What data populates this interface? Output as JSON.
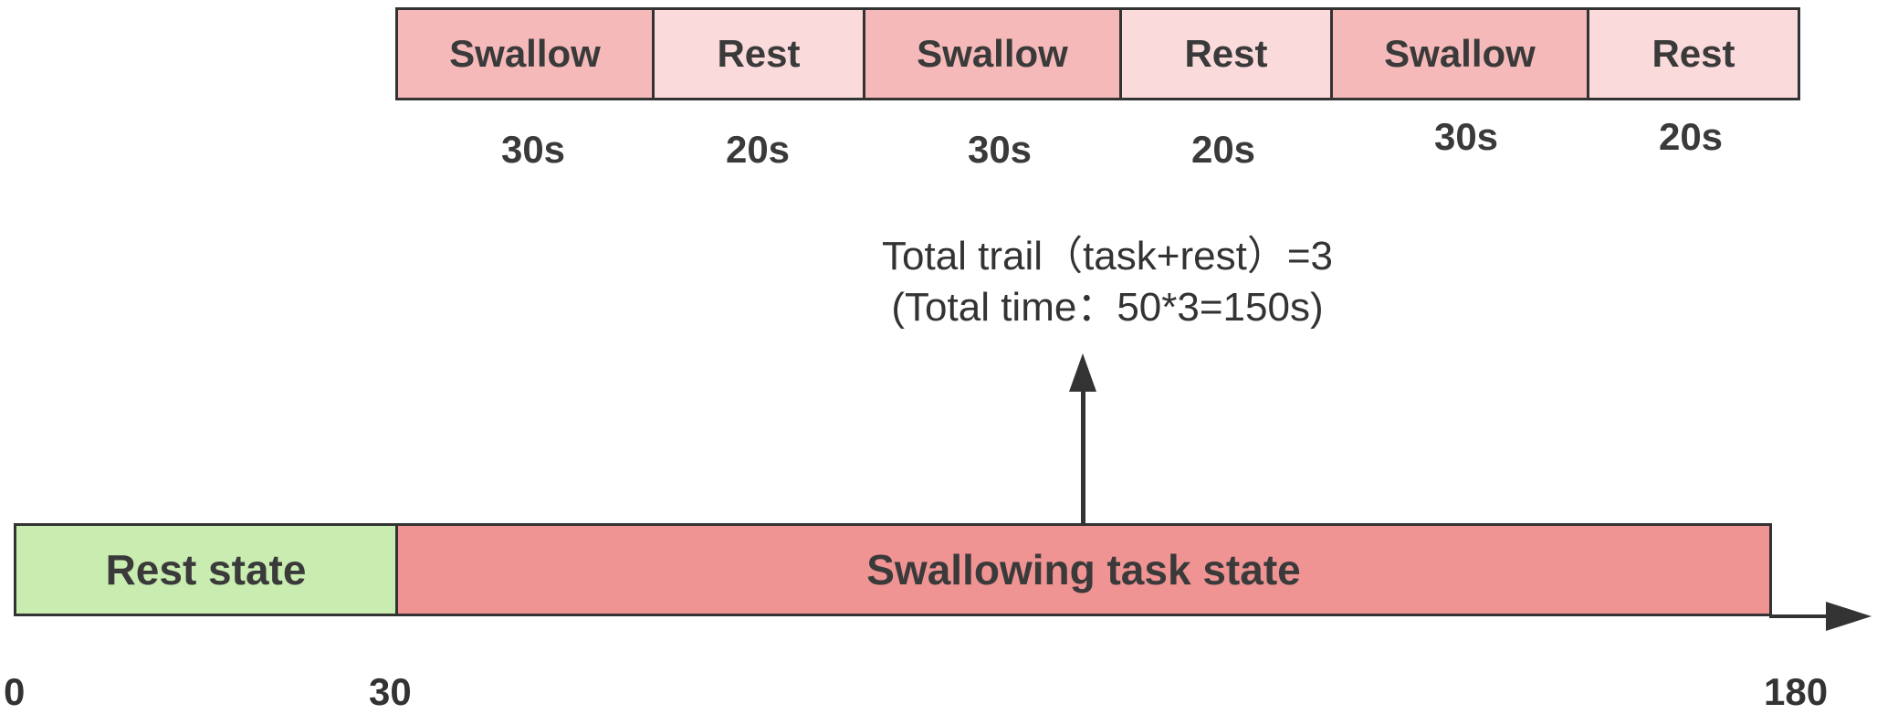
{
  "trial_blocks": [
    {
      "label": "Swallow",
      "duration": "30s",
      "kind": "swallow"
    },
    {
      "label": "Rest",
      "duration": "20s",
      "kind": "rest"
    },
    {
      "label": "Swallow",
      "duration": "30s",
      "kind": "swallow"
    },
    {
      "label": "Rest",
      "duration": "20s",
      "kind": "rest"
    },
    {
      "label": "Swallow",
      "duration": "30s",
      "kind": "swallow"
    },
    {
      "label": "Rest",
      "duration": "20s",
      "kind": "rest"
    }
  ],
  "note": {
    "line1": "Total trail（task+rest）=3",
    "line2": "(Total time：50*3=150s)"
  },
  "timeline": {
    "rest_state_label": "Rest state",
    "task_state_label": "Swallowing task state",
    "ticks": [
      "0",
      "30",
      "180"
    ]
  },
  "colors": {
    "swallow_block": "#f6b9b9",
    "rest_block": "#fadada",
    "rest_state": "#c9edb0",
    "task_state": "#f09393",
    "outline": "#333333"
  }
}
